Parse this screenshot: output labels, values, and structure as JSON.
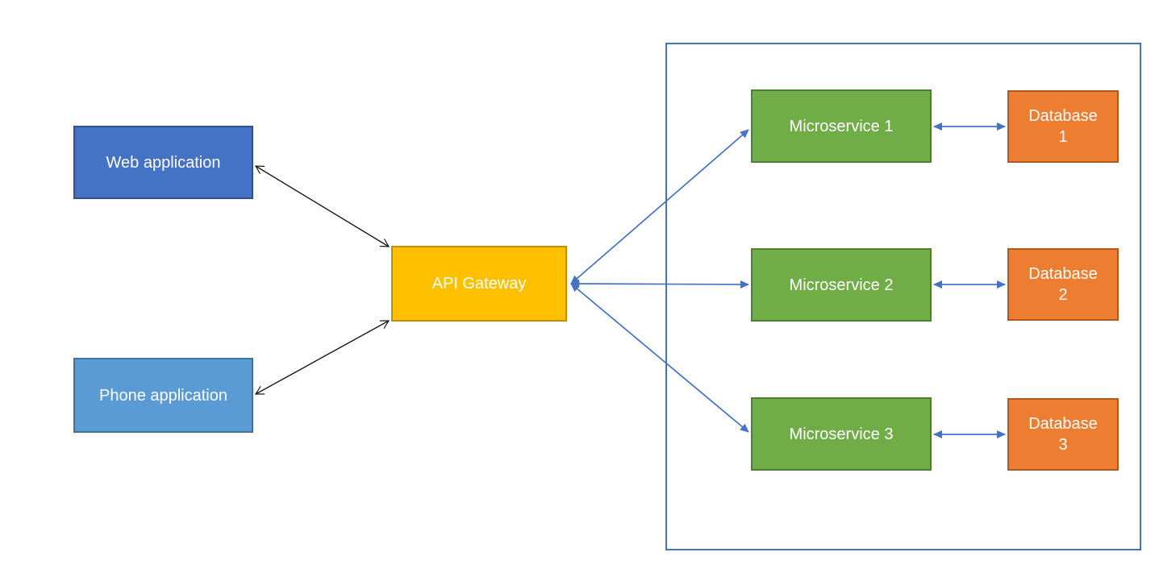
{
  "diagram": {
    "nodes": {
      "web_app": {
        "label": "Web application",
        "fill": "#4472C4",
        "border": "#2F528F",
        "text_color": "#FFFFFF"
      },
      "phone_app": {
        "label": "Phone application",
        "fill": "#5B9BD5",
        "border": "#41719C",
        "text_color": "#FFFFFF"
      },
      "api_gateway": {
        "label": "API Gateway",
        "fill": "#FFC000",
        "border": "#BF9000",
        "text_color": "#FFFFFF"
      },
      "microservice_1": {
        "label": "Microservice 1",
        "fill": "#70AD47",
        "border": "#507E32",
        "text_color": "#FFFFFF"
      },
      "microservice_2": {
        "label": "Microservice 2",
        "fill": "#70AD47",
        "border": "#507E32",
        "text_color": "#FFFFFF"
      },
      "microservice_3": {
        "label": "Microservice 3",
        "fill": "#70AD47",
        "border": "#507E32",
        "text_color": "#FFFFFF"
      },
      "database_1": {
        "label": "Database 1",
        "fill": "#ED7D31",
        "border": "#AE5A21",
        "text_color": "#FFFFFF"
      },
      "database_2": {
        "label": "Database 2",
        "fill": "#ED7D31",
        "border": "#AE5A21",
        "text_color": "#FFFFFF"
      },
      "database_3": {
        "label": "Database 3",
        "fill": "#ED7D31",
        "border": "#AE5A21",
        "text_color": "#FFFFFF"
      }
    },
    "microservices_container": {
      "border_color": "#4472C4",
      "contains": [
        "microservice_1",
        "microservice_2",
        "microservice_3",
        "database_1",
        "database_2",
        "database_3"
      ]
    },
    "edges": [
      {
        "from": "web_app",
        "to": "api_gateway",
        "direction": "bidirectional",
        "color": "#000000"
      },
      {
        "from": "phone_app",
        "to": "api_gateway",
        "direction": "bidirectional",
        "color": "#000000"
      },
      {
        "from": "api_gateway",
        "to": "microservice_1",
        "direction": "bidirectional",
        "color": "#4472C4"
      },
      {
        "from": "api_gateway",
        "to": "microservice_2",
        "direction": "bidirectional",
        "color": "#4472C4"
      },
      {
        "from": "api_gateway",
        "to": "microservice_3",
        "direction": "bidirectional",
        "color": "#4472C4"
      },
      {
        "from": "microservice_1",
        "to": "database_1",
        "direction": "bidirectional",
        "color": "#4472C4"
      },
      {
        "from": "microservice_2",
        "to": "database_2",
        "direction": "bidirectional",
        "color": "#4472C4"
      },
      {
        "from": "microservice_3",
        "to": "database_3",
        "direction": "bidirectional",
        "color": "#4472C4"
      }
    ]
  }
}
